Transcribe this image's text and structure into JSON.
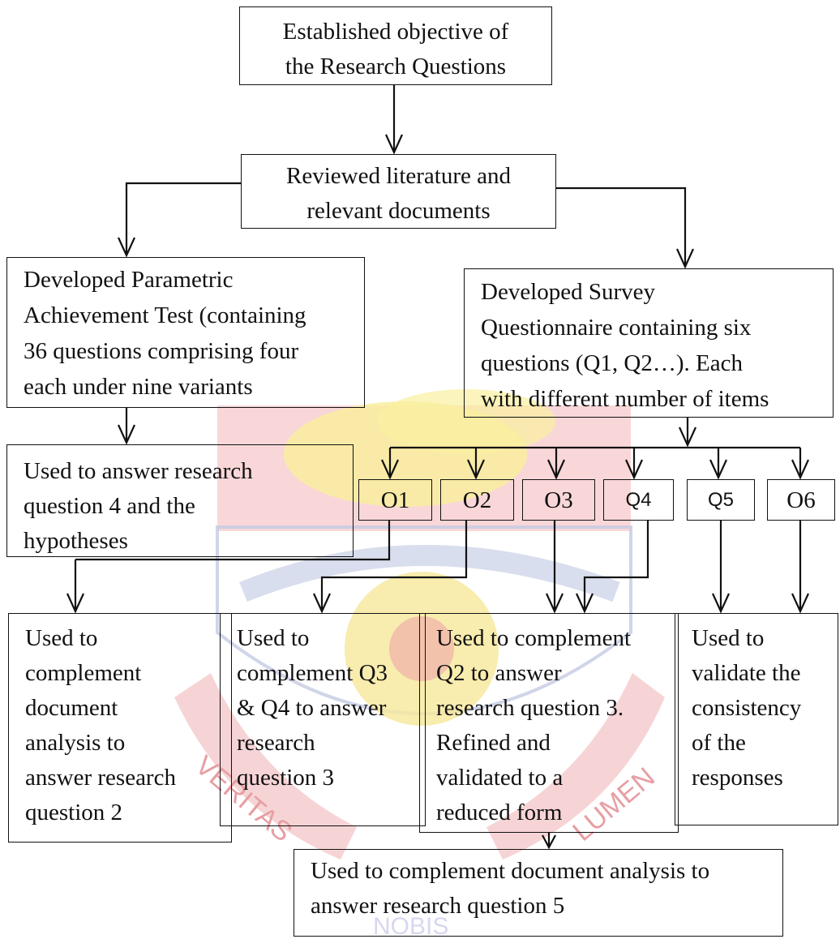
{
  "nodes": {
    "objective": "Established objective of\nthe Research Questions",
    "literature": "Reviewed literature and\nrelevant documents",
    "achievement_test": "Developed Parametric\nAchievement Test (containing\n36 questions comprising four\neach under nine variants",
    "survey": "Developed Survey\nQuestionnaire containing six\nquestions (Q1, Q2…). Each\nwith different number of items",
    "rq4": "Used to answer research\nquestion 4 and the\nhypotheses",
    "q1": "O1",
    "q2": "O2",
    "q3": "O3",
    "q4": "Q4",
    "q5": "Q5",
    "q6": "O6",
    "doc_rq2": "Used to\ncomplement\ndocument\nanalysis to\nanswer research\nquestion 2",
    "q3q4_rq3": "Used to\ncomplement Q3\n& Q4 to answer\nresearch\nquestion 3",
    "q2_rq3": "Used to complement\nQ2 to answer\nresearch question 3.\nRefined and\nvalidated to a\nreduced form",
    "validate": "Used to\nvalidate the\nconsistency\nof the\nresponses",
    "doc_rq5": "Used to complement document analysis to\nanswer research question 5"
  },
  "watermark": {
    "ribbon_left": "VERITAS",
    "ribbon_right": "LUMEN",
    "ribbon_bottom": "NOBIS",
    "colors": {
      "red": "#e8a2a6",
      "yellow": "#f6e79a",
      "blue": "#b8c2de"
    }
  }
}
